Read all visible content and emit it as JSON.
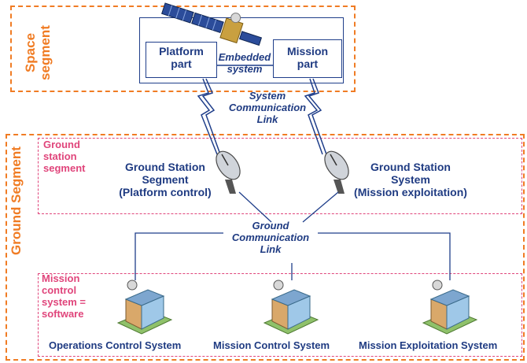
{
  "space": {
    "title_line1": "Space",
    "title_line2": "segment",
    "platform_line1": "Platform",
    "platform_line2": "part",
    "embedded_line1": "Embedded",
    "embedded_line2": "system",
    "mission_line1": "Mission",
    "mission_line2": "part"
  },
  "system_link": {
    "line1": "System",
    "line2": "Communication",
    "line3": "Link"
  },
  "ground": {
    "title": "Ground Segment"
  },
  "ground_station": {
    "label_line1": "Ground",
    "label_line2": "station",
    "label_line3": "segment",
    "left_line1": "Ground Station",
    "left_line2": "Segment",
    "left_line3": "(Platform control)",
    "right_line1": "Ground Station",
    "right_line2": "System",
    "right_line3": "(Mission exploitation)"
  },
  "ground_link": {
    "line1": "Ground",
    "line2": "Communication",
    "line3": "Link"
  },
  "mission_control": {
    "label_line1": "Mission",
    "label_line2": "control",
    "label_line3": "system =",
    "label_line4": "software",
    "ops": "Operations Control System",
    "mcs": "Mission Control System",
    "mes": "Mission Exploitation System"
  },
  "colors": {
    "orange": "#f07c24",
    "pink": "#e0457b",
    "navy": "#1f3b82"
  }
}
